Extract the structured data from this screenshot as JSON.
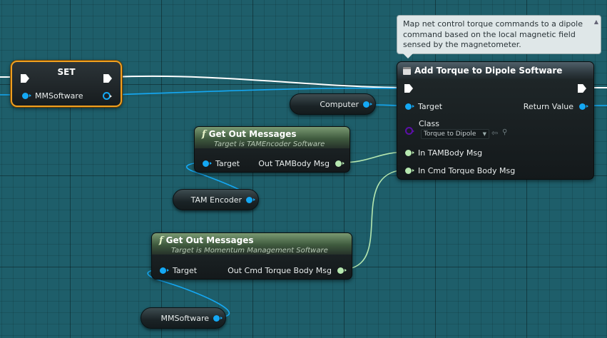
{
  "tooltip": {
    "line1": "Map net control torque commands to a dipole",
    "line2": "command based on the local magnetic field",
    "line3": "sensed by the magnetometer."
  },
  "set_node": {
    "title": "SET",
    "pin": "MMSoftware"
  },
  "main_node": {
    "title": "Add Torque to Dipole Software",
    "target": "Target",
    "return_value": "Return Value",
    "class_label": "Class",
    "class_value": "Torque to Dipole",
    "in_tam": "In TAMBody Msg",
    "in_cmd": "In Cmd Torque Body Msg"
  },
  "computer_var": {
    "label": "Computer"
  },
  "get_tam": {
    "title": "Get Out Messages",
    "subtitle": "Target is TAMEncoder Software",
    "target": "Target",
    "out": "Out TAMBody Msg"
  },
  "tam_var": {
    "label": "TAM Encoder"
  },
  "get_mm": {
    "title": "Get Out Messages",
    "subtitle": "Target is Momentum Management Software",
    "target": "Target",
    "out": "Out Cmd Torque Body Msg"
  },
  "mm_var": {
    "label": "MMSoftware"
  },
  "colors": {
    "object_pin": "#14a8f4",
    "struct_pin": "#b6e8b0",
    "class_pin": "#5c0fa8",
    "selected_outline": "#f0a020"
  }
}
